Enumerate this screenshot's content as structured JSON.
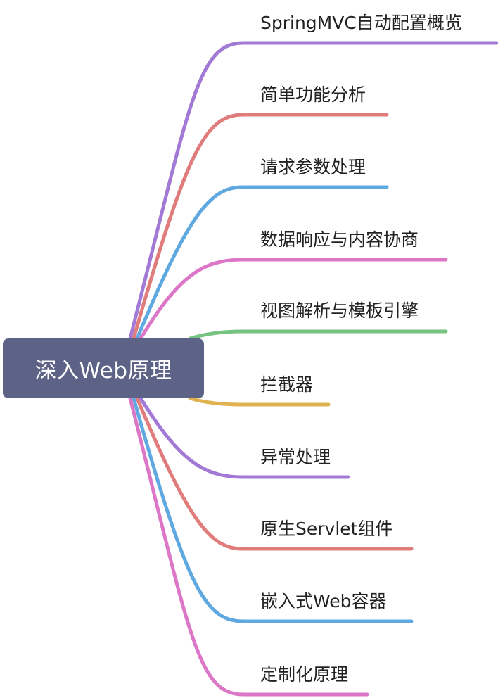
{
  "root": {
    "label": "深入Web原理"
  },
  "branches": [
    {
      "label": "SpringMVC自动配置概览",
      "color": "#a379d6"
    },
    {
      "label": "简单功能分析",
      "color": "#e07c7c"
    },
    {
      "label": "请求参数处理",
      "color": "#5fa9e0"
    },
    {
      "label": "数据响应与内容协商",
      "color": "#db77c6"
    },
    {
      "label": "视图解析与模板引擎",
      "color": "#76c27f"
    },
    {
      "label": "拦截器",
      "color": "#dfb24f"
    },
    {
      "label": "异常处理",
      "color": "#a379d6"
    },
    {
      "label": "原生Servlet组件",
      "color": "#e07c7c"
    },
    {
      "label": "嵌入式Web容器",
      "color": "#5fa9e0"
    },
    {
      "label": "定制化原理",
      "color": "#db77c6"
    }
  ]
}
